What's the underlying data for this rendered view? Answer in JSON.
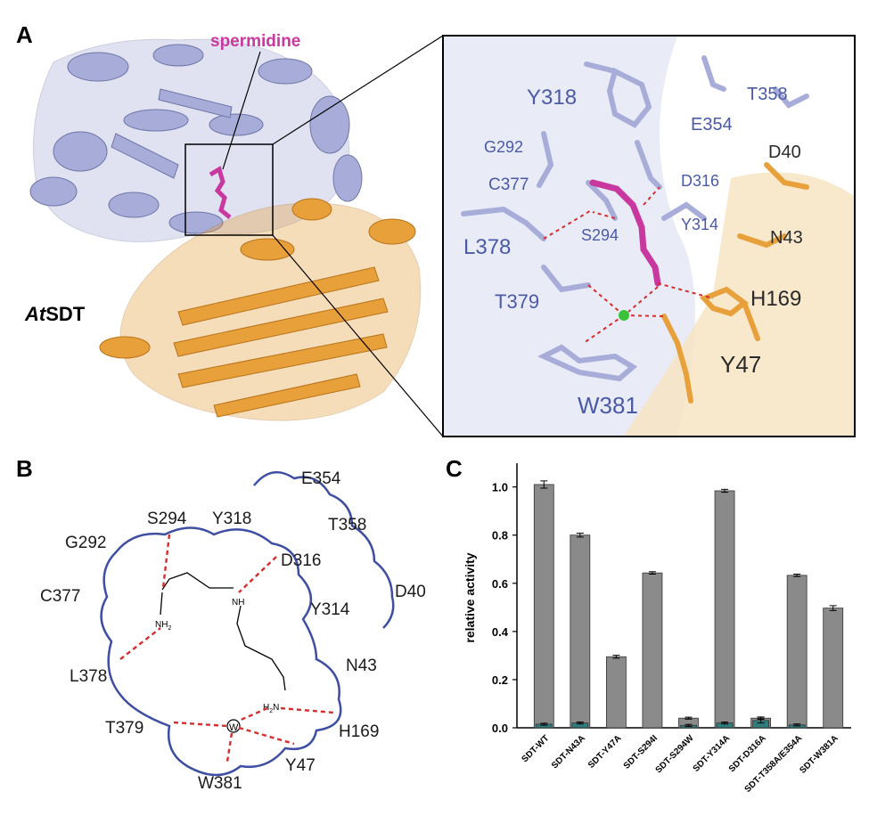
{
  "panels": {
    "a": {
      "letter": "A",
      "ligand_label": "spermidine",
      "protein_label_italic": "At",
      "protein_label_rest": "SDT",
      "inset_residues": {
        "Y318": "Y318",
        "T358": "T358",
        "E354": "E354",
        "G292": "G292",
        "D40": "D40",
        "C377": "C377",
        "D316": "D316",
        "Y314": "Y314",
        "L378": "L378",
        "S294": "S294",
        "N43": "N43",
        "T379": "T379",
        "H169": "H169",
        "Y47": "Y47",
        "W381": "W381"
      }
    },
    "b": {
      "letter": "B",
      "residues": {
        "E354": "E354",
        "S294": "S294",
        "Y318": "Y318",
        "T358": "T358",
        "G292": "G292",
        "D316": "D316",
        "C377": "C377",
        "Y314": "Y314",
        "D40": "D40",
        "N43": "N43",
        "L378": "L378",
        "T379": "T379",
        "H169": "H169",
        "Y47": "Y47",
        "W381": "W381"
      },
      "atoms": {
        "nh": "NH",
        "nh2_a": "NH",
        "nh2_a_sub": "2",
        "nh2_b": "H",
        "nh2_b_n": "N",
        "nh2_b_sub": "2",
        "water": "W"
      }
    },
    "c": {
      "letter": "C"
    }
  },
  "colors": {
    "chain_blue": "#a7add8",
    "chain_orange": "#e8a03a",
    "ligand_magenta": "#c8389e",
    "residue_blue_text": "#4a5aa6",
    "hbond_red": "#d62d2d",
    "pocket_line": "#3e4ea3",
    "bar_gray": "#8a8a8a",
    "bar_teal": "#2e7d7f",
    "water_green": "#3ac23a"
  },
  "chart_data": {
    "type": "bar",
    "categories": [
      "SDT-WT",
      "SDT-N43A",
      "SDT-Y47A",
      "SDT-S294I",
      "SDT-S294W",
      "SDT-Y314A",
      "SDT-D316A",
      "SDT-T358A/E354A",
      "SDT-W381A"
    ],
    "series": [
      {
        "values": [
          1.01,
          0.8,
          0.295,
          0.643,
          0.04,
          0.984,
          0.04,
          0.633,
          0.497
        ],
        "errors": [
          0.015,
          0.008,
          0.006,
          0.005,
          0.004,
          0.006,
          0.005,
          0.005,
          0.01
        ]
      },
      {
        "values": [
          0.015,
          0.02,
          0.0,
          0.0,
          0.01,
          0.02,
          0.03,
          0.012,
          0.0
        ],
        "errors": [
          0.004,
          0.004,
          0,
          0,
          0.004,
          0.004,
          0.01,
          0.004,
          0
        ]
      }
    ],
    "ylabel": "relative activity",
    "yticks": [
      "0.0",
      "0.2",
      "0.4",
      "0.6",
      "0.8",
      "1.0"
    ],
    "ylim": [
      0,
      1.08
    ]
  }
}
